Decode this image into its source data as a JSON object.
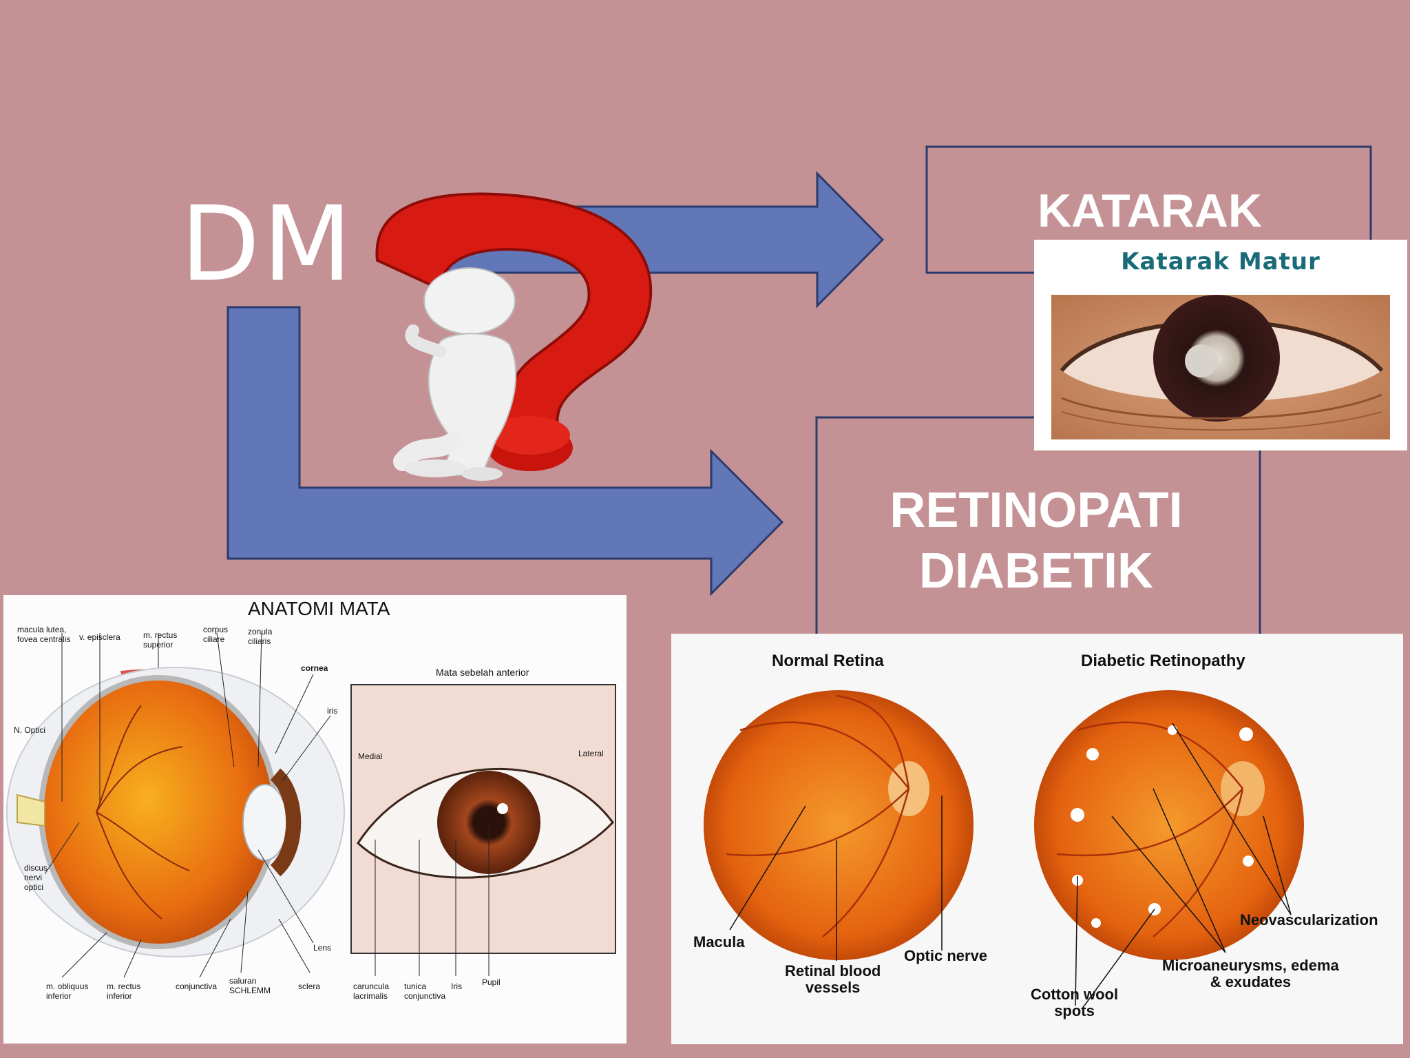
{
  "main": {
    "source_label": "DM",
    "katarak_label": "KATARAK",
    "retinopati_label": [
      "RETINOPATI",
      "DIABETIK"
    ]
  },
  "katarak_photo": {
    "caption": "Katarak Matur"
  },
  "anatomy": {
    "title": "ANATOMI MATA",
    "subtitle": "Mata sebelah anterior",
    "labels": {
      "macula": "macula lutea,\nfovea centralis",
      "episclera": "v. episclera",
      "rectus_sup": "m. rectus\nsuperior",
      "corpus": "corpus\nciliare",
      "zonula": "zonula\nciliaris",
      "cornea": "cornea",
      "iris": "iris",
      "optici": "N. Optici",
      "discus": "discus\nnervi\noptici",
      "lens": "Lens",
      "obliquus": "m. obliquus\ninferior",
      "rectus_inf": "m. rectus\ninferior",
      "conjunctiva": "conjunctiva",
      "saluran": "saluran\nSCHLEMM",
      "sclera": "sclera",
      "medial": "Medial",
      "lateral": "Lateral",
      "caruncula": "caruncula\nlacrimalis",
      "tunica": "tunica\nconjunctiva",
      "iris2": "Iris",
      "pupil": "Pupil"
    }
  },
  "retina": {
    "normal_title": "Normal Retina",
    "diabetic_title": "Diabetic Retinopathy",
    "labels": {
      "macula": "Macula",
      "vessels": "Retinal blood\nvessels",
      "optic": "Optic nerve",
      "cotton": "Cotton wool\nspots",
      "micro": "Microaneurysms, edema\n& exudates",
      "neo": "Neovascularization"
    }
  },
  "colors": {
    "background": "#c49294",
    "arrow_fill": "#6277b8",
    "arrow_stroke": "#2a3b6e",
    "box_stroke": "#2d3a6a",
    "question_red": "#d81b12"
  },
  "icons": [
    "question-mark-figure-icon"
  ]
}
